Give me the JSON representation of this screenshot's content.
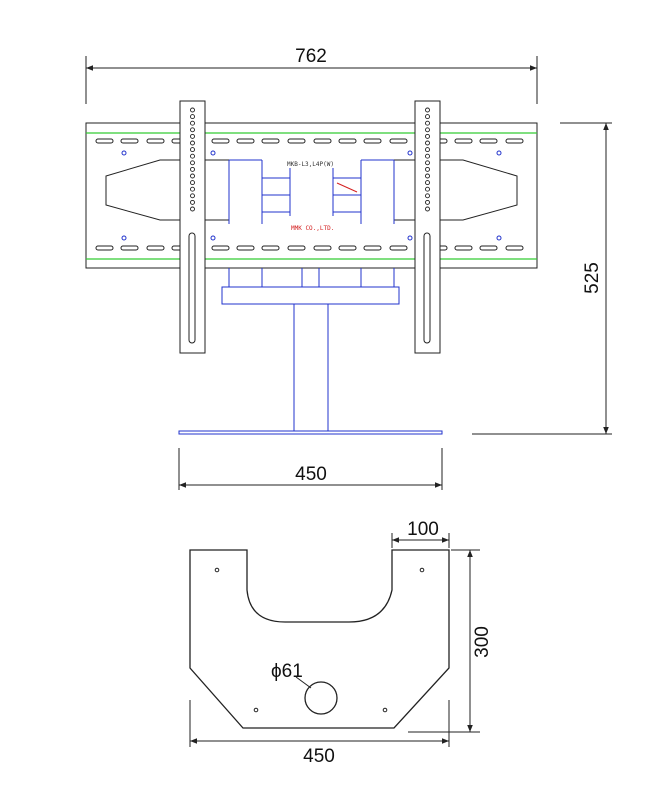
{
  "front_view": {
    "width_dim": "762",
    "height_dim": "525",
    "base_width_dim": "450",
    "model_label": "MKB-L3,L4P(W)",
    "maker_label": "MMK CO.,LTD."
  },
  "base_plate": {
    "notch_dim": "100",
    "depth_dim": "300",
    "width_dim": "450",
    "hole_dim": "ϕ61"
  },
  "colors": {
    "line": "#222222",
    "green": "#33cc33",
    "blue": "#2233cc",
    "red": "#d42020"
  }
}
